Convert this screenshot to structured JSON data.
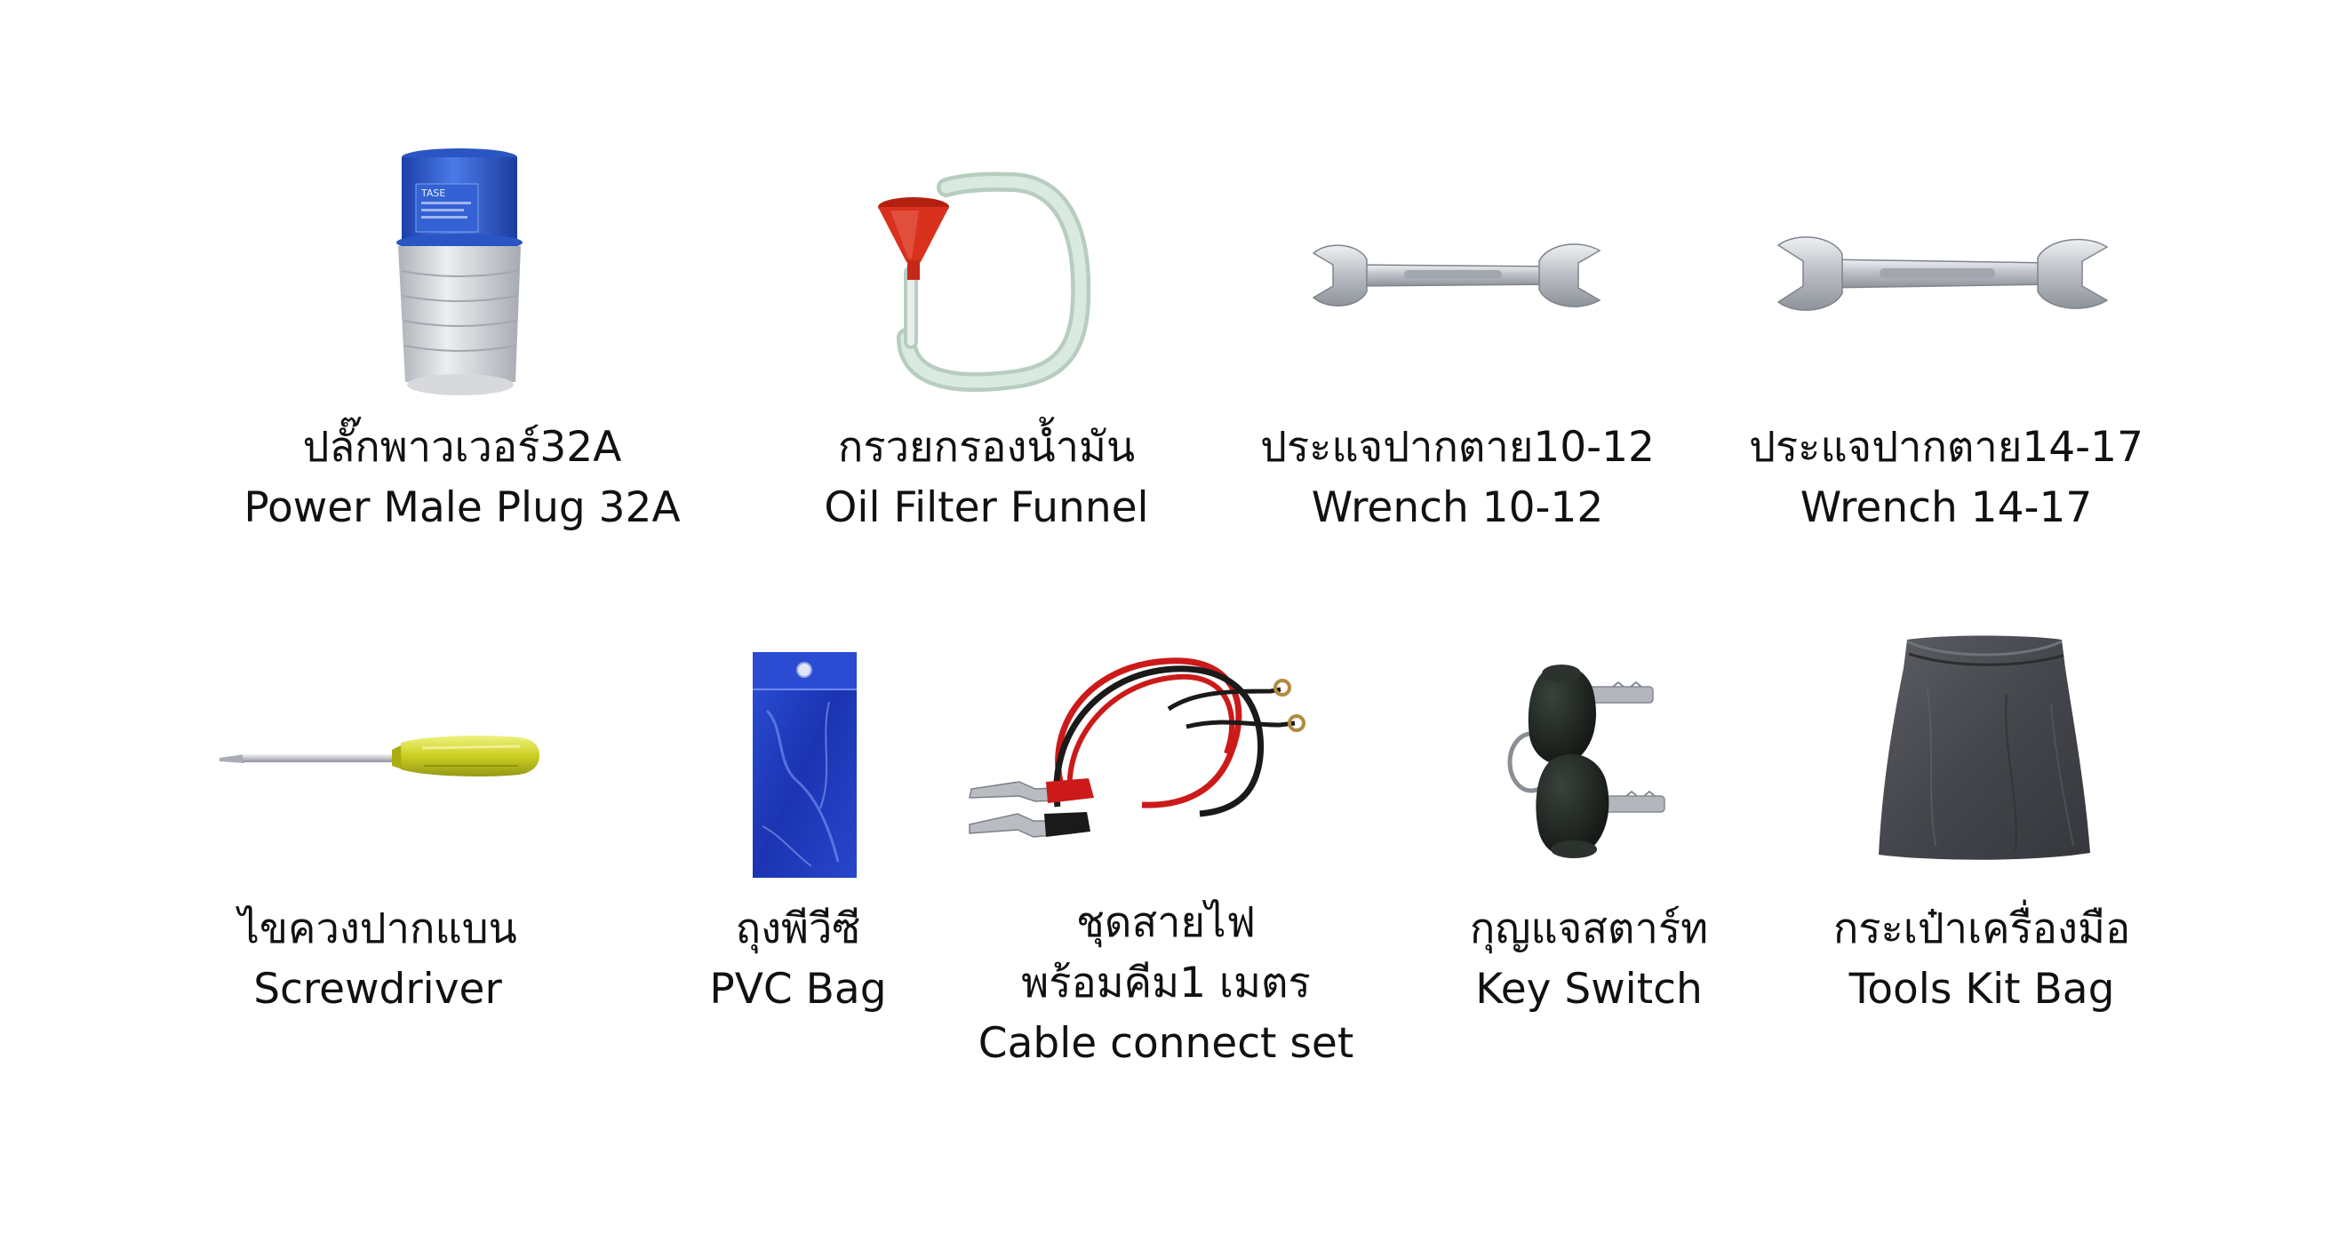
{
  "items": [
    {
      "thai": "ปลั๊กพาวเวอร์32A",
      "english": "Power Male Plug 32A",
      "icon": "power-plug-icon",
      "plug_brand": "TASE"
    },
    {
      "thai": "กรวยกรองน้ำมัน",
      "english": "Oil Filter Funnel",
      "icon": "funnel-icon"
    },
    {
      "thai": "ประแจปากตาย10-12",
      "english": "Wrench 10-12",
      "icon": "wrench-icon"
    },
    {
      "thai": "ประแจปากตาย14-17",
      "english": "Wrench 14-17",
      "icon": "wrench-icon"
    },
    {
      "thai": "ไขควงปากแบน",
      "english": "Screwdriver",
      "icon": "screwdriver-icon"
    },
    {
      "thai": "ถุงพีวีซี",
      "english": "PVC Bag",
      "icon": "pvc-bag-icon"
    },
    {
      "thai": "ชุดสายไฟ",
      "thai2": "พร้อมคีม1 เมตร",
      "english": "Cable connect set",
      "icon": "cable-clamp-icon"
    },
    {
      "thai": "กุญแจสตาร์ท",
      "english": "Key Switch",
      "icon": "key-icon"
    },
    {
      "thai": "กระเป๋าเครื่องมือ",
      "english": "Tools Kit Bag",
      "icon": "tool-bag-icon"
    }
  ],
  "colors": {
    "plug_blue": "#2f5fd0",
    "plug_grey": "#c9ccd2",
    "funnel_red": "#d8321f",
    "hose": "#cfe3d6",
    "steel": "#c4c7cc",
    "screwdriver_handle": "#c8cc14",
    "pvc_blue": "#1f3dc0",
    "cable_red": "#cc1a1a",
    "cable_black": "#1a1a1a",
    "key_black": "#1c211e",
    "bag_grey": "#4a4c52",
    "text": "#111111"
  }
}
